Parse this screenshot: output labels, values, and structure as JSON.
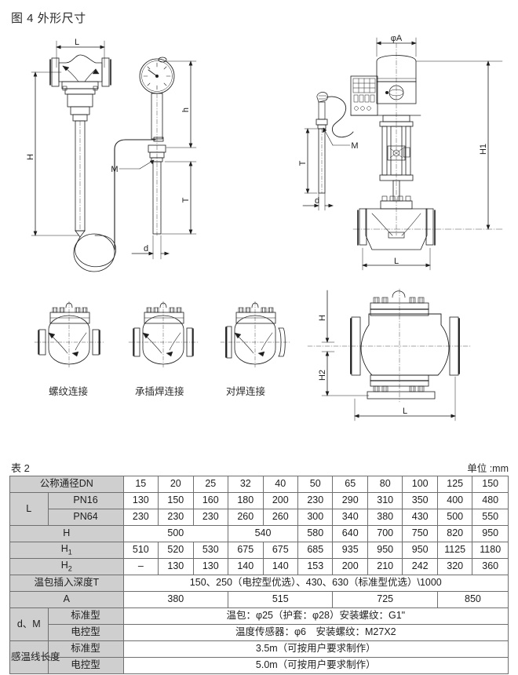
{
  "figure": {
    "title": "图 4 外形尺寸",
    "labels": {
      "L": "L",
      "H": "H",
      "H1": "H1",
      "H2": "H2",
      "h": "h",
      "T": "T",
      "M": "M",
      "d": "d",
      "phiA": "φA"
    },
    "captions": [
      "螺纹连接",
      "承插焊连接",
      "对焊连接"
    ]
  },
  "table": {
    "label": "表 2",
    "unit": "单位 :mm",
    "dn_header": "公称通径DN",
    "dn_values": [
      "15",
      "20",
      "25",
      "32",
      "40",
      "50",
      "65",
      "80",
      "100",
      "125",
      "150"
    ],
    "rows": {
      "L_label": "L",
      "pn16_label": "PN16",
      "pn16_values": [
        "130",
        "150",
        "160",
        "180",
        "200",
        "230",
        "290",
        "310",
        "350",
        "400",
        "480"
      ],
      "pn64_label": "PN64",
      "pn64_values": [
        "230",
        "230",
        "230",
        "260",
        "260",
        "300",
        "340",
        "380",
        "430",
        "500",
        "550"
      ],
      "H_label": "H",
      "H_values": [
        "500",
        "540",
        "580",
        "640",
        "700",
        "750",
        "820",
        "950"
      ],
      "H_spans": [
        3,
        2,
        1,
        1,
        1,
        1,
        1,
        1
      ],
      "H1_label": "H",
      "H1_sub": "1",
      "H1_values": [
        "510",
        "520",
        "530",
        "675",
        "675",
        "685",
        "935",
        "950",
        "950",
        "1125",
        "1180"
      ],
      "H2_label": "H",
      "H2_sub": "2",
      "H2_values": [
        "–",
        "130",
        "130",
        "140",
        "140",
        "153",
        "200",
        "210",
        "242",
        "320",
        "360"
      ],
      "T_label": "温包插入深度T",
      "T_value": "150、250（电控型优选）、430、630（标准型优选）\\1000",
      "A_label": "A",
      "A_values": [
        "380",
        "515",
        "725",
        "850"
      ],
      "A_spans": [
        3,
        3,
        3,
        2
      ],
      "dM_label": "d、M",
      "standard_label": "标准型",
      "electric_label": "电控型",
      "dM_standard": "温包：φ25（护套：φ28）安装螺纹：G1\"",
      "dM_electric": "温度传感器：φ6　安装螺纹：M27X2",
      "wire_label": "感温线长度",
      "wire_standard": "3.5m（可按用户要求制作）",
      "wire_electric": "5.0m（可按用户要求制作）"
    }
  },
  "colors": {
    "header_fill": "#cfcfcf",
    "line": "#1d1d1d",
    "border": "#6f6f6f"
  }
}
